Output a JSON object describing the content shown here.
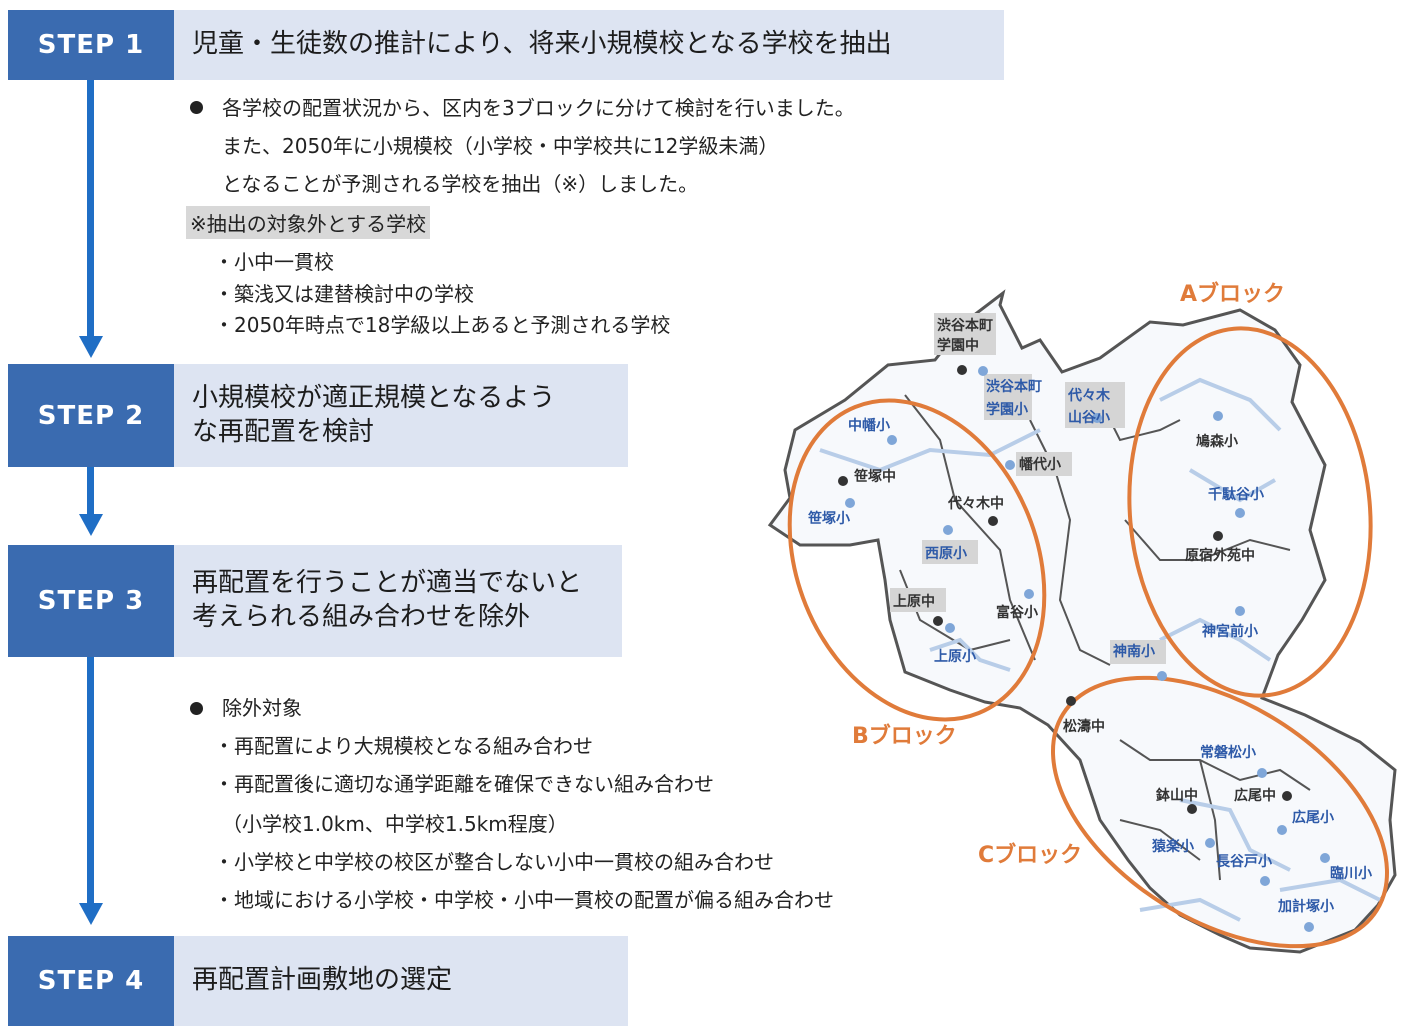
{
  "steps": [
    {
      "label": "STEP 1",
      "title": "児童・生徒数の推計により、将来小規模校となる学校を抽出"
    },
    {
      "label": "STEP 2",
      "title": "小規模校が適正規模となるよう\nな再配置を検討"
    },
    {
      "label": "STEP 3",
      "title": "再配置を行うことが適当でないと\n考えられる組み合わせを除外"
    },
    {
      "label": "STEP 4",
      "title": "再配置計画敷地の選定"
    }
  ],
  "step1_text": {
    "line1": "各学校の配置状況から、区内を3ブロックに分けて検討を行いました。",
    "line2": "また、2050年に小規模校（小学校・中学校共に12学級未満）",
    "line3": "となることが予測される学校を抽出（※）しました。",
    "note_title": "※抽出の対象外とする学校",
    "items": [
      "・小中一貫校",
      "・築浅又は建替検討中の学校",
      "・2050年時点で18学級以上あると予測される学校"
    ]
  },
  "step3_text": {
    "heading": "除外対象",
    "items": [
      "・再配置により大規模校となる組み合わせ",
      "・再配置後に適切な通学距離を確保できない組み合わせ",
      "（小学校1.0km、中学校1.5km程度）",
      "・小学校と中学校の校区が整合しない小中一貫校の組み合わせ",
      "・地域における小学校・中学校・小中一貫校の配置が偏る組み合わせ"
    ]
  },
  "map": {
    "blocks": {
      "a": "Aブロック",
      "b": "Bブロック",
      "c": "Cブロック"
    },
    "schools": {
      "shibuyahonmachi_jh_1": "渋谷本町",
      "shibuyahonmachi_jh_2": "学園中",
      "shibuyahonmachi_es_1": "渋谷本町",
      "shibuyahonmachi_es_2": "学園小",
      "yoyogiyamatani_1": "代々木",
      "yoyogiyamatani_2": "山谷小",
      "nakahata": "中幡小",
      "hatashiro": "幡代小",
      "sasazuka_jh": "笹塚中",
      "sasazuka_es": "笹塚小",
      "yoyogi_jh": "代々木中",
      "nishihara": "西原小",
      "uehara_jh": "上原中",
      "uehara_es": "上原小",
      "tomigaya": "富谷小",
      "jinnan": "神南小",
      "hatonomori": "鳩森小",
      "sendagaya": "千駄谷小",
      "harajuku_gaien": "原宿外苑中",
      "jingumae": "神宮前小",
      "shoto": "松濤中",
      "tokiwamatsu": "常磐松小",
      "hachiyama": "鉢山中",
      "hiroo_jh": "広尾中",
      "hiroo_es": "広尾小",
      "sarugaku": "猿楽小",
      "hasebe": "長谷戸小",
      "rinsen": "臨川小",
      "kakeizuka": "加計塚小"
    },
    "colors": {
      "accent": "#e07b3a",
      "border": "#555555",
      "line": "#b8cde8",
      "dot_blue": "#7fa6d8",
      "dot_dark": "#333333"
    }
  }
}
